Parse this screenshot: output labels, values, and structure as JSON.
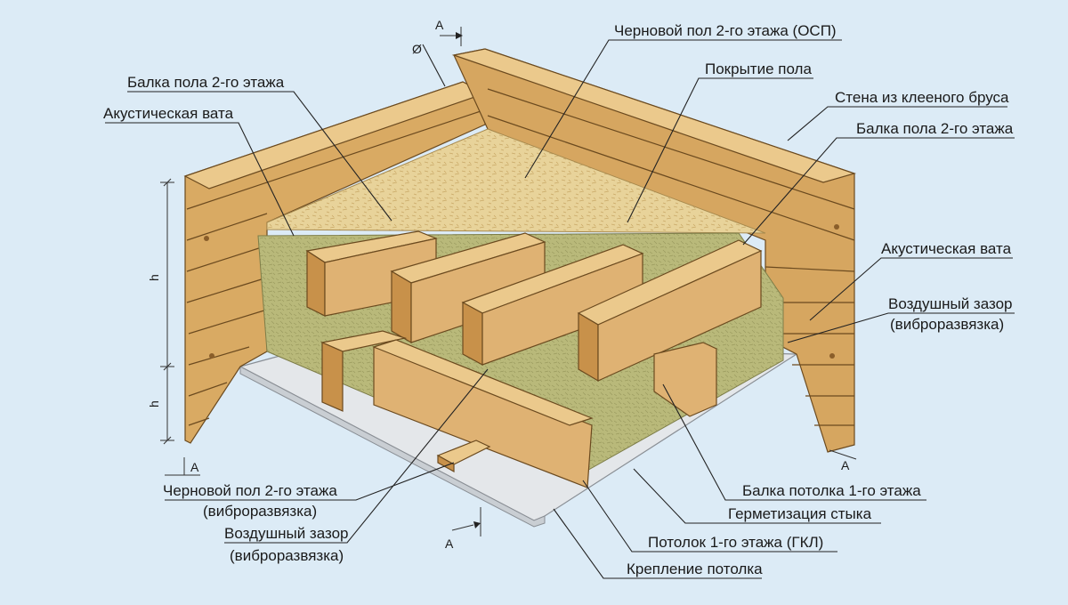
{
  "colors": {
    "background": "#dcebf6",
    "wood_light": "#e6bf7f",
    "wood_mid": "#d4a35e",
    "wood_dark": "#b9833f",
    "insulation": "#b9b97a",
    "insulation_dark": "#8f8f56",
    "osb": "#e8d39a",
    "drywall": "#e4e7ea"
  },
  "labels": {
    "top_rough_floor": "Черновой пол 2-го этажа  (ОСП)",
    "floor_covering": "Покрытие пола",
    "glulam_wall": "Стена из клееного бруса",
    "beam_right": "Балка пола 2-го этажа",
    "acoustic_right": "Акустическая вата",
    "air_gap_right": "Воздушный зазор",
    "air_gap_right_sub": "(виброразвязка)",
    "beam_left": "Балка пола 2-го этажа",
    "acoustic_left": "Акустическая вата",
    "ceiling_beam": "Балка потолка 1-го этажа",
    "joint_seal": "Герметизация стыка",
    "ceiling_gkl": "Потолок 1-го этажа (ГКЛ)",
    "ceiling_mount": "Крепление потолка",
    "rough_floor_bottom": "Черновой пол 2-го этажа",
    "rough_floor_bottom_sub": "(виброразвязка)",
    "air_gap_bottom": "Воздушный зазор",
    "air_gap_bottom_sub": "(виброразвязка)"
  },
  "markers": {
    "section": "A",
    "dowel": "Ø",
    "dim_h": "h"
  },
  "icons": [
    "section-arrow-icon",
    "dowel-symbol-icon"
  ]
}
